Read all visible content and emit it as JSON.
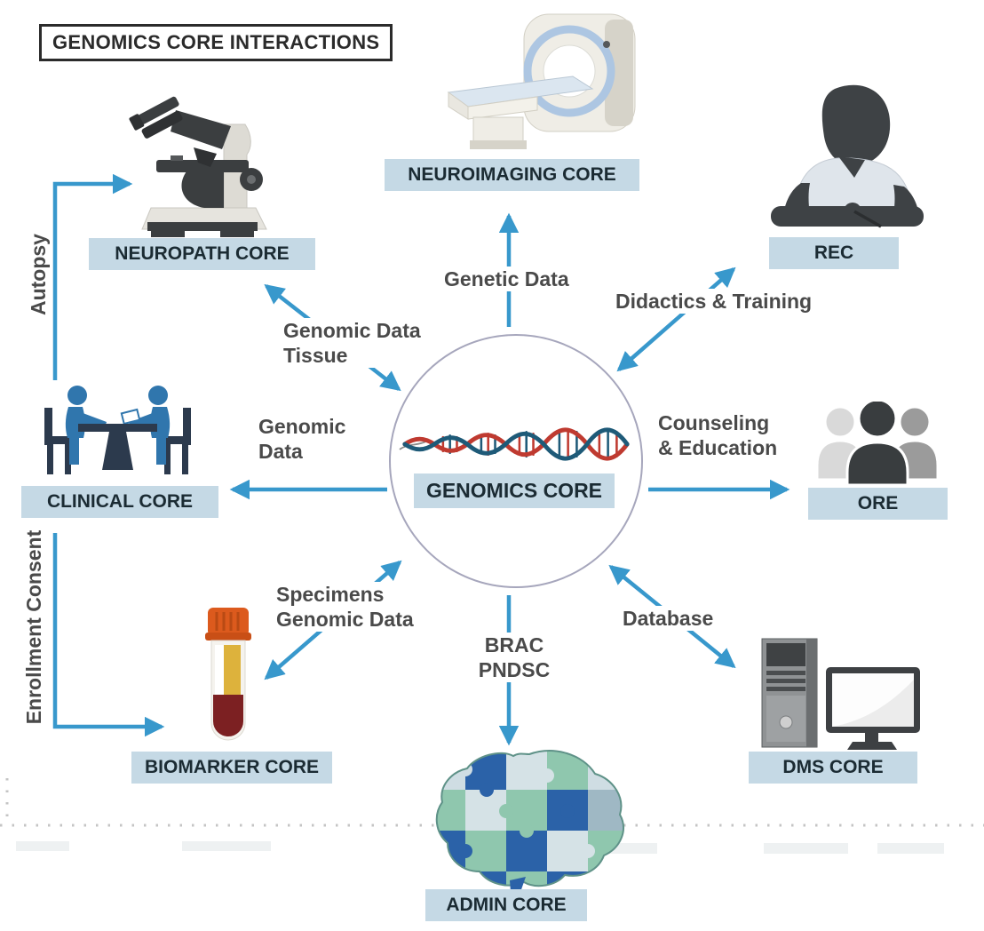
{
  "title": "GENOMICS CORE INTERACTIONS",
  "center": {
    "label": "GENOMICS CORE",
    "icon": "dna-helix-icon"
  },
  "nodes": {
    "neuropath": {
      "label": "NEUROPATH CORE",
      "icon": "microscope-icon"
    },
    "neuroimaging": {
      "label": "NEUROIMAGING CORE",
      "icon": "mri-scanner-icon"
    },
    "rec": {
      "label": "REC",
      "icon": "person-writing-icon"
    },
    "ore": {
      "label": "ORE",
      "icon": "people-group-icon"
    },
    "dms": {
      "label": "DMS CORE",
      "icon": "desktop-computer-icon"
    },
    "admin": {
      "label": "ADMIN CORE",
      "icon": "puzzle-brain-icon"
    },
    "biomarker": {
      "label": "BIOMARKER CORE",
      "icon": "blood-tube-icon"
    },
    "clinical": {
      "label": "CLINICAL CORE",
      "icon": "people-at-table-icon"
    }
  },
  "edges": {
    "neuropath": {
      "line1": "Genomic Data",
      "line2": "Tissue",
      "style": "double-arrow"
    },
    "neuroimaging": {
      "line1": "Genetic Data",
      "style": "arrow-out"
    },
    "rec": {
      "line1": "Didactics & Training",
      "style": "double-arrow"
    },
    "ore": {
      "line1": "Counseling",
      "line2": "& Education",
      "style": "arrow-out"
    },
    "clinical": {
      "line1": "Genomic",
      "line2": "Data",
      "style": "arrow-out"
    },
    "biomarker": {
      "line1": "Specimens",
      "line2": "Genomic Data",
      "style": "double-arrow"
    },
    "admin": {
      "line1": "BRAC",
      "line2": "PNDSC",
      "style": "arrow-out"
    },
    "dms": {
      "line1": "Database",
      "style": "double-arrow"
    },
    "autopsy": {
      "line1": "Autopsy",
      "from": "clinical",
      "to": "neuropath",
      "style": "elbow-arrow"
    },
    "enrollment": {
      "line1": "Enrollment Consent",
      "from": "clinical",
      "to": "biomarker",
      "style": "elbow-arrow"
    }
  },
  "colors": {
    "arrow_blue": "#3898cc",
    "label_bg": "#c5d9e5",
    "label_text": "#1b2b33",
    "edge_text": "#4a4a4a",
    "title_text": "#2b2b2b",
    "dotted_line": "#c4c4c4",
    "dna_red": "#bf3a30",
    "dna_teal": "#1e5a78",
    "brain_blue": "#2b62a8",
    "brain_green": "#8fc7ae"
  }
}
